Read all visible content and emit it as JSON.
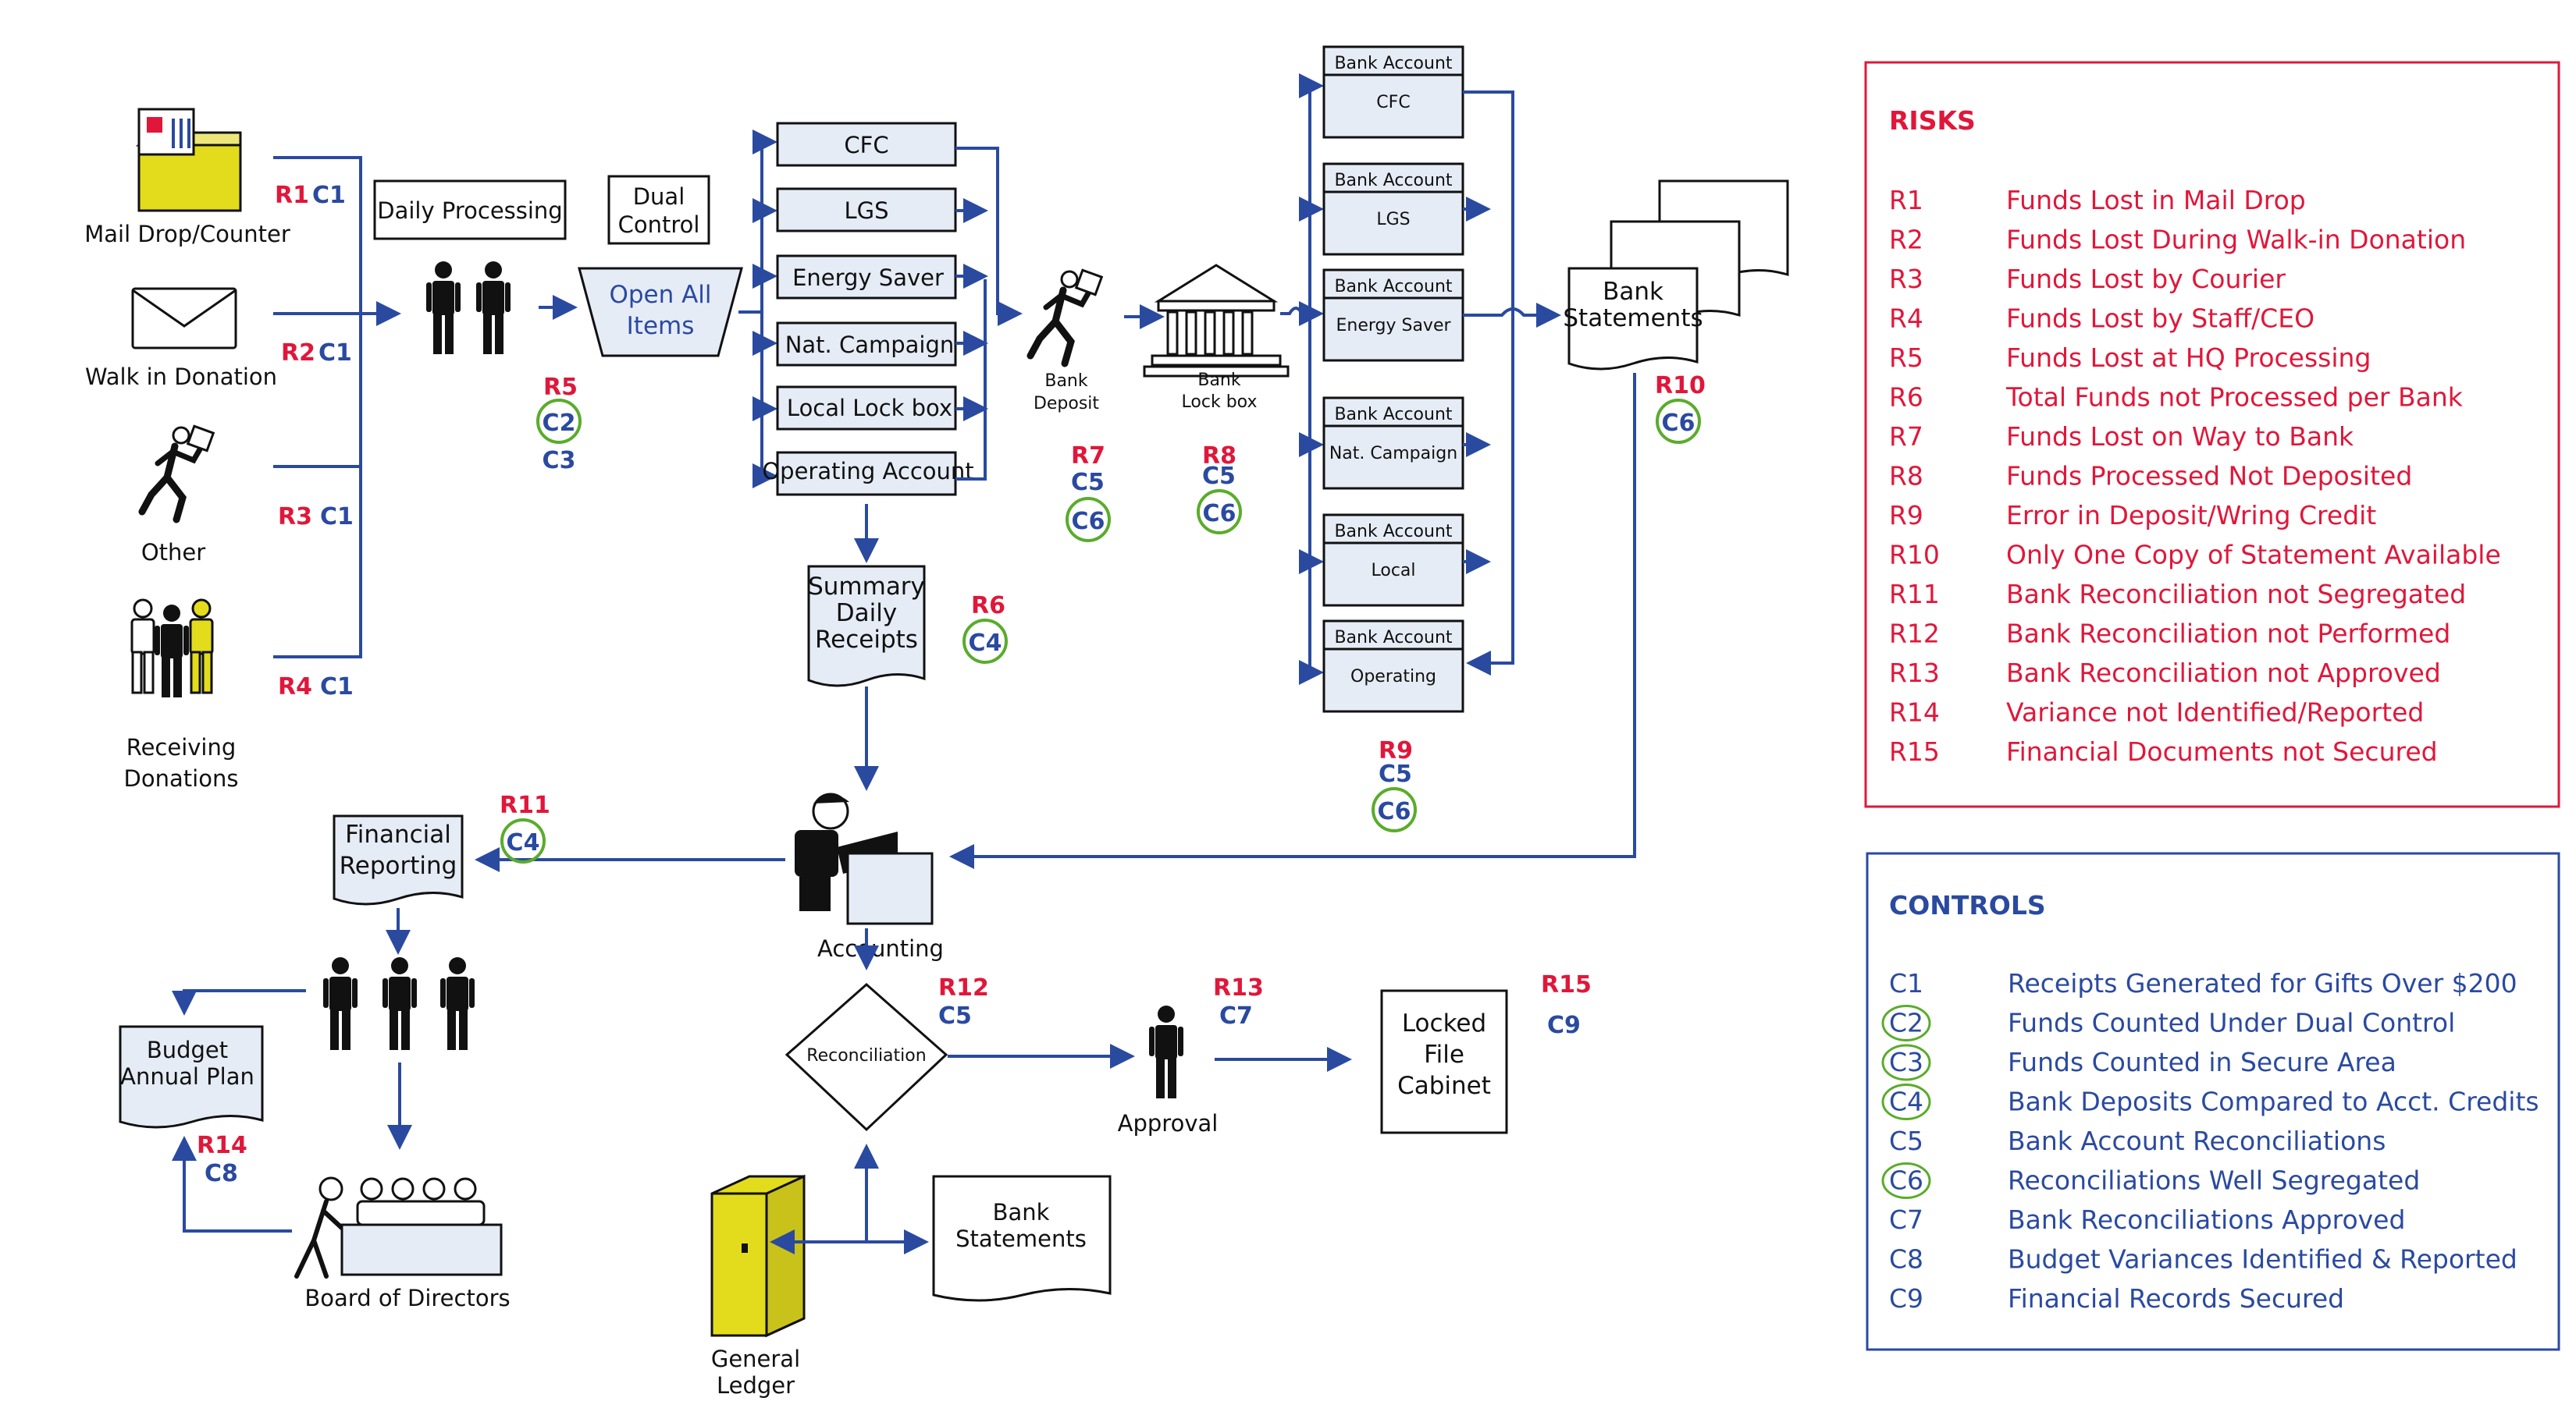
{
  "colors": {
    "flow": "#2a4aa0",
    "risk": "#e0173a",
    "control": "#2a4aa0",
    "highlight_ring": "#5aac2c",
    "box_fill": "#e6ecf6",
    "mail_yellow": "#e3dc1c"
  },
  "sources": [
    {
      "label": "Mail Drop/Counter",
      "risk": "R1",
      "control": "C1",
      "icon": "mailbox-icon"
    },
    {
      "label": "Walk in Donation",
      "risk": "R2",
      "control": "C1",
      "icon": "envelope-icon"
    },
    {
      "label": "Other",
      "risk": "R3",
      "control": "C1",
      "icon": "courier-icon"
    },
    {
      "label_line1": "Receiving",
      "label_line2": "Donations",
      "risk": "R4",
      "control": "C1",
      "icon": "staff-group-icon"
    }
  ],
  "daily_processing": {
    "label": "Daily Processing",
    "risk": "R5",
    "controls": [
      "C2",
      "C3"
    ]
  },
  "dual_control": {
    "line1": "Dual",
    "line2": "Control",
    "hopper_line1": "Open All",
    "hopper_line2": "Items"
  },
  "programs": [
    "CFC",
    "LGS",
    "Energy Saver",
    "Nat. Campaign",
    "Local Lock box",
    "Operating Account"
  ],
  "summary_receipts": {
    "line1": "Summary",
    "line2": "Daily",
    "line3": "Receipts",
    "risk": "R6",
    "control": "C4"
  },
  "bank_deposit": {
    "line1": "Bank",
    "line2": "Deposit",
    "risk": "R7",
    "controls": [
      "C5",
      "C6"
    ]
  },
  "bank_lockbox": {
    "line1": "Bank",
    "line2": "Lock box",
    "risk": "R8",
    "controls": [
      "C5",
      "C6"
    ]
  },
  "bank_accounts": {
    "header": "Bank Account",
    "names": [
      "CFC",
      "LGS",
      "Energy Saver",
      "Nat. Campaign",
      "Local",
      "Operating"
    ],
    "risk": "R9",
    "controls": [
      "C5",
      "C6"
    ]
  },
  "bank_statements_top": {
    "line1": "Bank",
    "line2": "Statements",
    "risk": "R10",
    "control": "C6"
  },
  "accounting": {
    "label": "Accounting"
  },
  "financial_reporting": {
    "line1": "Financial",
    "line2": "Reporting",
    "risk": "R11",
    "control": "C4"
  },
  "reconciliation": {
    "label": "Reconciliation",
    "risk": "R12",
    "control": "C5"
  },
  "approval": {
    "label": "Approval",
    "risk": "R13",
    "control": "C7"
  },
  "locked_cabinet": {
    "line1": "Locked",
    "line2": "File",
    "line3": "Cabinet",
    "risk": "R15",
    "control": "C9"
  },
  "budget": {
    "line1": "Budget",
    "line2": "Annual Plan",
    "risk": "R14",
    "control": "C8"
  },
  "board": {
    "label": "Board of Directors"
  },
  "general_ledger": {
    "line1": "General",
    "line2": "Ledger"
  },
  "bank_statements_bottom": {
    "line1": "Bank",
    "line2": "Statements"
  },
  "risks_panel": {
    "title": "RISKS",
    "items": [
      {
        "code": "R1",
        "text": "Funds Lost in Mail Drop"
      },
      {
        "code": "R2",
        "text": "Funds Lost During Walk-in Donation"
      },
      {
        "code": "R3",
        "text": "Funds Lost by Courier"
      },
      {
        "code": "R4",
        "text": "Funds Lost by Staff/CEO"
      },
      {
        "code": "R5",
        "text": "Funds Lost at HQ Processing"
      },
      {
        "code": "R6",
        "text": "Total Funds not Processed per Bank"
      },
      {
        "code": "R7",
        "text": "Funds Lost on Way to Bank"
      },
      {
        "code": "R8",
        "text": "Funds Processed Not Deposited"
      },
      {
        "code": "R9",
        "text": "Error in Deposit/Wring Credit"
      },
      {
        "code": "R10",
        "text": "Only One Copy of Statement Available"
      },
      {
        "code": "R11",
        "text": "Bank Reconciliation not Segregated"
      },
      {
        "code": "R12",
        "text": "Bank Reconciliation not Performed"
      },
      {
        "code": "R13",
        "text": "Bank Reconciliation not Approved"
      },
      {
        "code": "R14",
        "text": "Variance not Identified/Reported"
      },
      {
        "code": "R15",
        "text": "Financial Documents not Secured"
      }
    ]
  },
  "controls_panel": {
    "title": "CONTROLS",
    "items": [
      {
        "code": "C1",
        "text": "Receipts Generated for Gifts Over $200",
        "circled": false
      },
      {
        "code": "C2",
        "text": "Funds Counted Under Dual Control",
        "circled": true
      },
      {
        "code": "C3",
        "text": "Funds Counted in Secure Area",
        "circled": true
      },
      {
        "code": "C4",
        "text": "Bank Deposits Compared to Acct. Credits",
        "circled": true
      },
      {
        "code": "C5",
        "text": "Bank Account Reconciliations",
        "circled": false
      },
      {
        "code": "C6",
        "text": "Reconciliations Well Segregated",
        "circled": true
      },
      {
        "code": "C7",
        "text": "Bank Reconciliations Approved",
        "circled": false
      },
      {
        "code": "C8",
        "text": "Budget Variances Identified & Reported",
        "circled": false
      },
      {
        "code": "C9",
        "text": "Financial Records Secured",
        "circled": false
      }
    ]
  }
}
